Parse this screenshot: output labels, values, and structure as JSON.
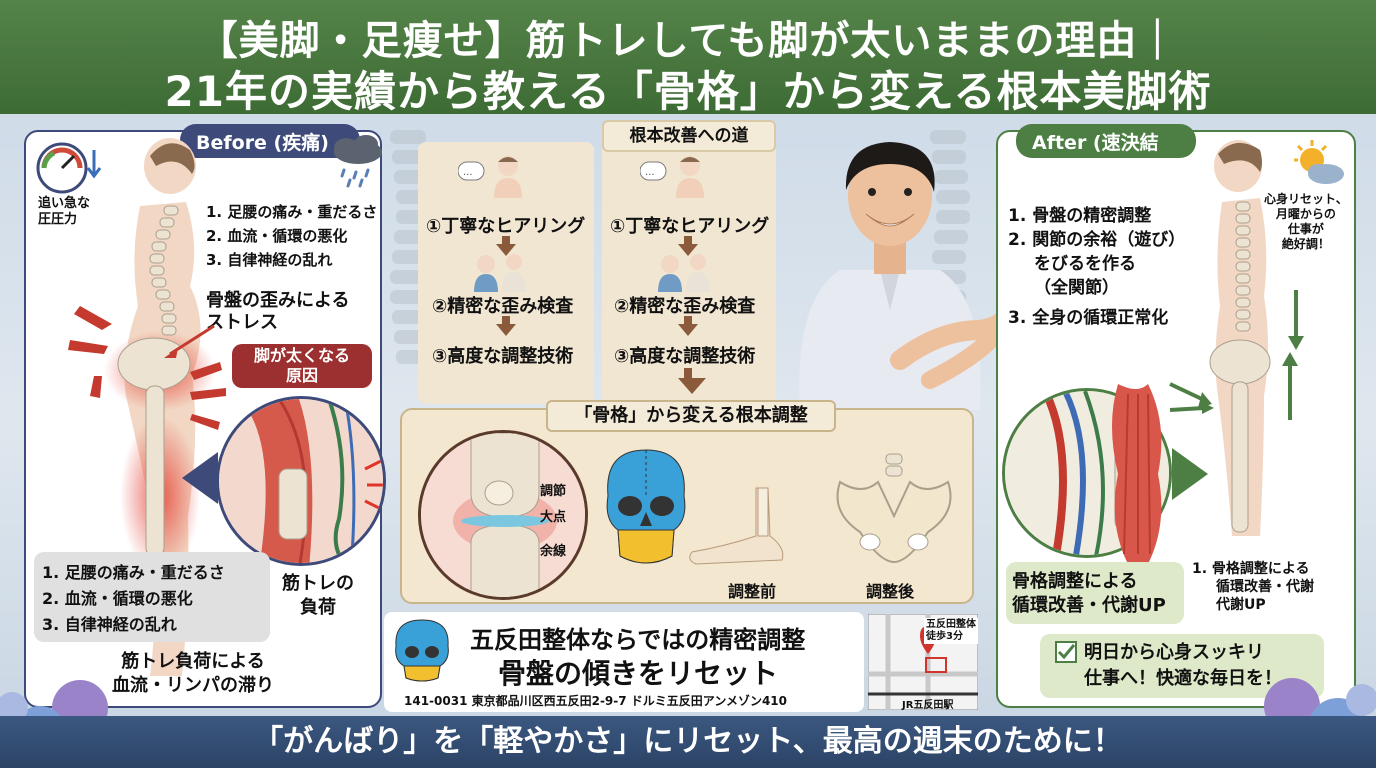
{
  "header": {
    "line1": "【美脚・足痩せ】筋トレしても脚が太いままの理由｜",
    "line2": "21年の実績から教える「骨格」から変える根本美脚術"
  },
  "before": {
    "title": "Before (疾痛)",
    "gauge_label_1": "追い急な",
    "gauge_label_2": "圧圧力",
    "list": [
      "1. 足腰の痛み・重だるさ",
      "2. 血流・循環の悪化",
      "3. 自律神経の乱れ"
    ],
    "pelvis_stress_1": "骨盤の歪みによる",
    "pelvis_stress_2": "ストレス",
    "cause_1": "脚が太くなる",
    "cause_2": "原因",
    "bottom_list": [
      "1. 足腰の痛み・重だるさ",
      "2. 血流・循環の悪化",
      "3. 自律神経の乱れ"
    ],
    "load_1": "筋トレの",
    "load_2": "負荷",
    "flow_1": "筋トレ負荷による",
    "flow_2": "血流・リンパの滞り"
  },
  "road": {
    "title": "根本改善への道",
    "left_steps": [
      "①丁寧なヒアリング",
      "②精密な歪み検査",
      "③高度な調整技術"
    ],
    "right_steps": [
      "①丁寧なヒアリング",
      "②精密な歪み検査",
      "③高度な調整技術"
    ]
  },
  "adjust": {
    "title": "「骨格」から変える根本調整",
    "knee_labels": [
      "調節",
      "大点",
      "余線"
    ],
    "before_label": "調整前",
    "after_label": "調整後"
  },
  "clinic": {
    "line1": "五反田整体ならではの精密調整",
    "line2": "骨盤の傾きをリセット",
    "address": "141-0031 東京都品川区西五反田2-9-7 ドルミ五反田アンメゾン410",
    "map_label_1": "五反田整体",
    "map_label_2": "徒歩3分",
    "map_station": "JR五反田駅"
  },
  "after": {
    "title": "After (速決結果)",
    "list": [
      "1. 骨盤の精密調整",
      "2. 関節の余裕（遊び）",
      "をびるを作る",
      "（全関節）",
      "3. 全身の循環正常化"
    ],
    "side_1": "心身リセット、",
    "side_2": "月曜からの",
    "side_3": "仕事が",
    "side_4": "絶好調！",
    "metabolism_1": "骨格調整による",
    "metabolism_2": "循環改善・代謝UP",
    "metabolism_small_1": "1. 骨格調整による",
    "metabolism_small_2": "循環改善・代謝",
    "metabolism_small_3": "代謝UP",
    "check_1": "明日から心身スッキリ",
    "check_2": "仕事へ！快適な毎日を！"
  },
  "footer": {
    "text": "「がんばり」を「軽やかさ」にリセット、最高の週末のために！"
  },
  "colors": {
    "header_green": "#4a7a3f",
    "before_navy": "#3e4a7a",
    "after_green": "#4d7f45",
    "footer_blue": "#34507a",
    "cause_red": "#9c2f2f"
  }
}
